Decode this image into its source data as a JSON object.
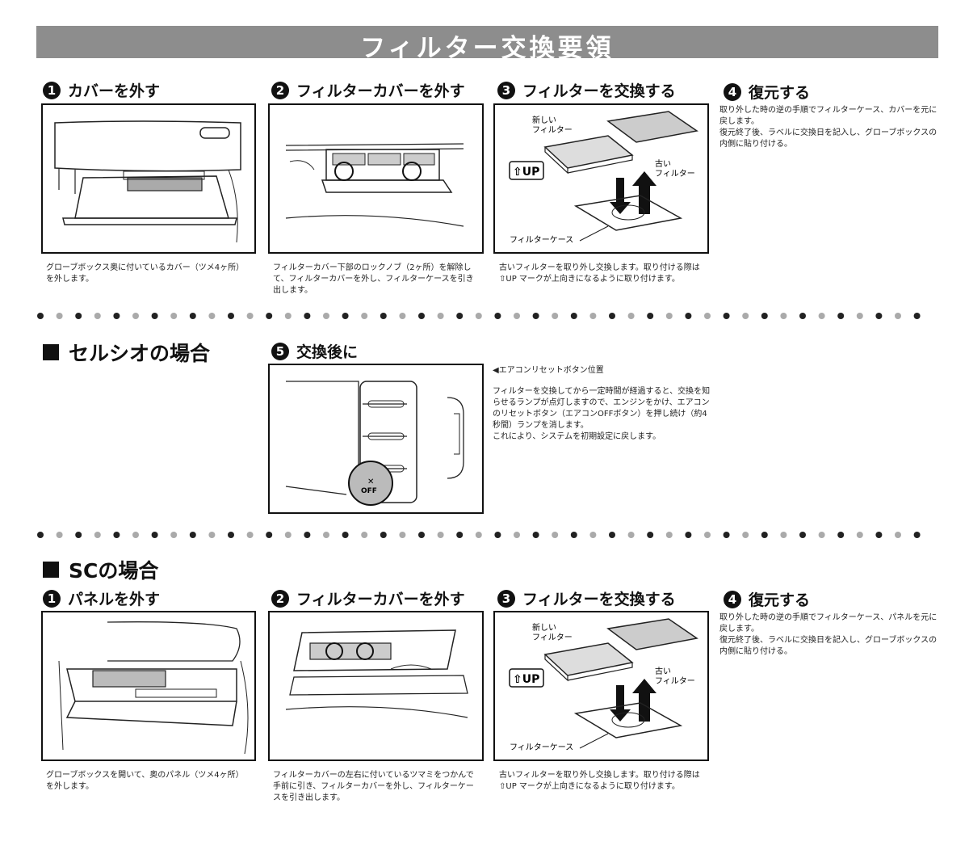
{
  "title": "フィルター交換要領",
  "top_steps": [
    {
      "num": "1",
      "heading": "カバーを外す",
      "caption": "グローブボックス奥に付いているカバー（ツメ4ヶ所）を外します。"
    },
    {
      "num": "2",
      "heading": "フィルターカバーを外す",
      "caption": "フィルターカバー下部のロックノブ（2ヶ所）を解除して、フィルターカバーを外し、フィルターケースを引き出します。"
    },
    {
      "num": "3",
      "heading": "フィルターを交換する",
      "caption": "古いフィルターを取り外し交換します。取り付ける際は ⇧UP マークが上向きになるように取り付けます。"
    },
    {
      "num": "4",
      "heading": "復元する",
      "caption": "取り外した時の逆の手順でフィルターケース、カバーを元に戻します。\n復元終了後、ラベルに交換日を記入し、グローブボックスの内側に貼り付ける。"
    }
  ],
  "diagram_labels": {
    "new_filter": "新しい\nフィルター",
    "old_filter": "古い\nフィルター",
    "up_mark": "⇧UP",
    "filter_case": "フィルターケース"
  },
  "celsior": {
    "title": "セルシオの場合",
    "step_num": "5",
    "step_heading": "交換後に",
    "off_label": "OFF",
    "note_title": "◀エアコンリセットボタン位置",
    "note_body": "フィルターを交換してから一定時間が経過すると、交換を知らせるランプが点灯しますので、エンジンをかけ、エアコンのリセットボタン（エアコンOFFボタン）を押し続け（約4秒間）ランプを消します。\nこれにより、システムを初期設定に戻します。"
  },
  "sc": {
    "title": "SCの場合",
    "steps": [
      {
        "num": "1",
        "heading": "パネルを外す",
        "caption": "グローブボックスを開いて、奥のパネル（ツメ4ヶ所）を外します。"
      },
      {
        "num": "2",
        "heading": "フィルターカバーを外す",
        "caption": "フィルターカバーの左右に付いているツマミをつかんで手前に引き、フィルターカバーを外し、フィルターケースを引き出します。"
      },
      {
        "num": "3",
        "heading": "フィルターを交換する",
        "caption": "古いフィルターを取り外し交換します。取り付ける際は ⇧UP マークが上向きになるように取り付けます。"
      },
      {
        "num": "4",
        "heading": "復元する",
        "caption": "取り外した時の逆の手順でフィルターケース、パネルを元に戻します。\n復元終了後、ラベルに交換日を記入し、グローブボックスの内側に貼り付ける。"
      }
    ]
  }
}
